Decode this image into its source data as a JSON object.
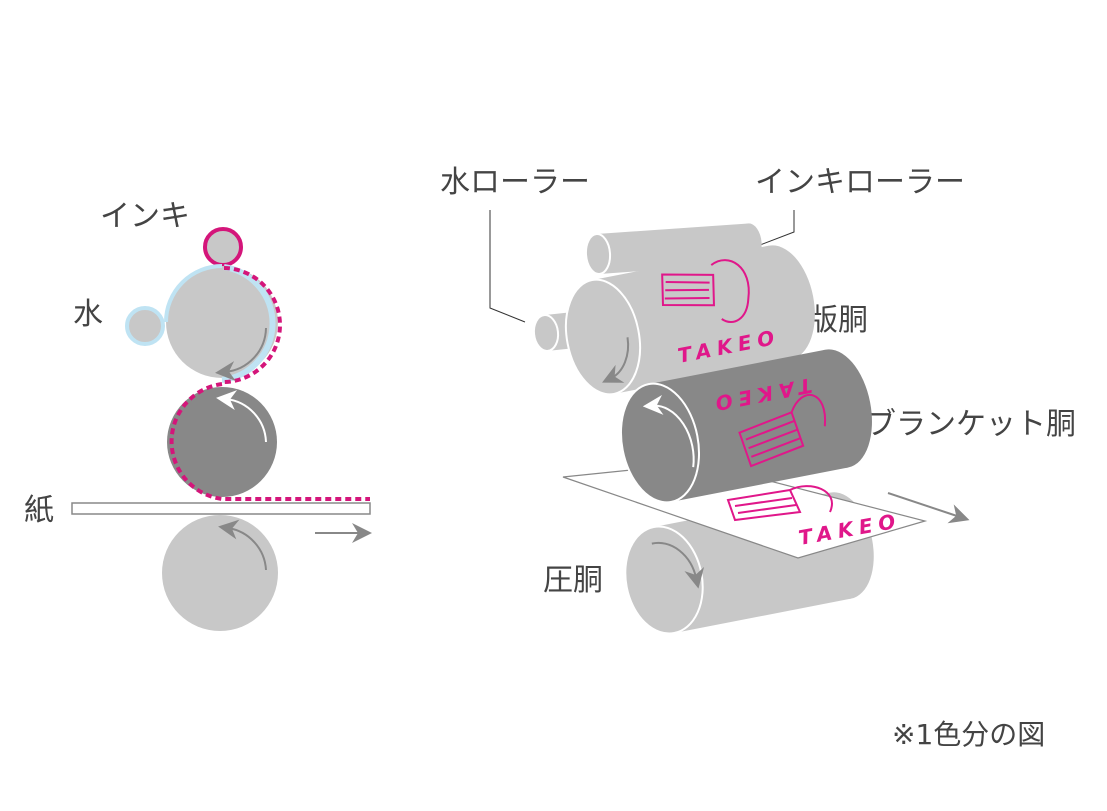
{
  "title": "オフセット印刷の仕組み",
  "colors": {
    "ink": "#d4157a",
    "water": "#bfe3f3",
    "roller": "#c8c8c8",
    "blanket": "#888888",
    "text": "#444444"
  },
  "left": {
    "ink": "インキ",
    "water": "水",
    "paper": "紙"
  },
  "right": {
    "water_roller": "水ローラー",
    "ink_roller": "インキローラー",
    "plate_cylinder": "版胴",
    "blanket_cylinder": "ブランケット胴",
    "impression_cylinder": "圧胴",
    "logo_text": "TAKEO"
  },
  "note": "※1色分の図"
}
